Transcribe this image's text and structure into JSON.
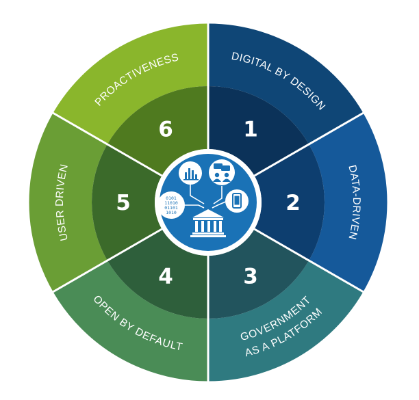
{
  "diagram": {
    "segments": [
      {
        "number": "1",
        "label_lines": [
          "DIGITAL BY DESIGN"
        ],
        "outer_color": "#0f4676",
        "inner_color": "#0b3259"
      },
      {
        "number": "2",
        "label_lines": [
          "DATA-DRIVEN"
        ],
        "outer_color": "#15599a",
        "inner_color": "#0d3e6f"
      },
      {
        "number": "3",
        "label_lines": [
          "GOVERNMENT",
          "AS A PLATFORM"
        ],
        "outer_color": "#2f7a80",
        "inner_color": "#22545d"
      },
      {
        "number": "4",
        "label_lines": [
          "OPEN BY DEFAULT"
        ],
        "outer_color": "#4a8c56",
        "inner_color": "#2e5f3b"
      },
      {
        "number": "5",
        "label_lines": [
          "USER DRIVEN"
        ],
        "outer_color": "#6a9e35",
        "inner_color": "#3b6a2a"
      },
      {
        "number": "6",
        "label_lines": [
          "PROACTIVENESS"
        ],
        "outer_color": "#8ab62c",
        "inner_color": "#4f7a1f"
      }
    ],
    "center": {
      "circle_color": "#1a72b6",
      "ring_color": "#ffffff",
      "icons": [
        "bar-chart-icon",
        "people-chat-icon",
        "binary-data-icon",
        "smartphone-icon",
        "government-building-icon"
      ]
    }
  }
}
